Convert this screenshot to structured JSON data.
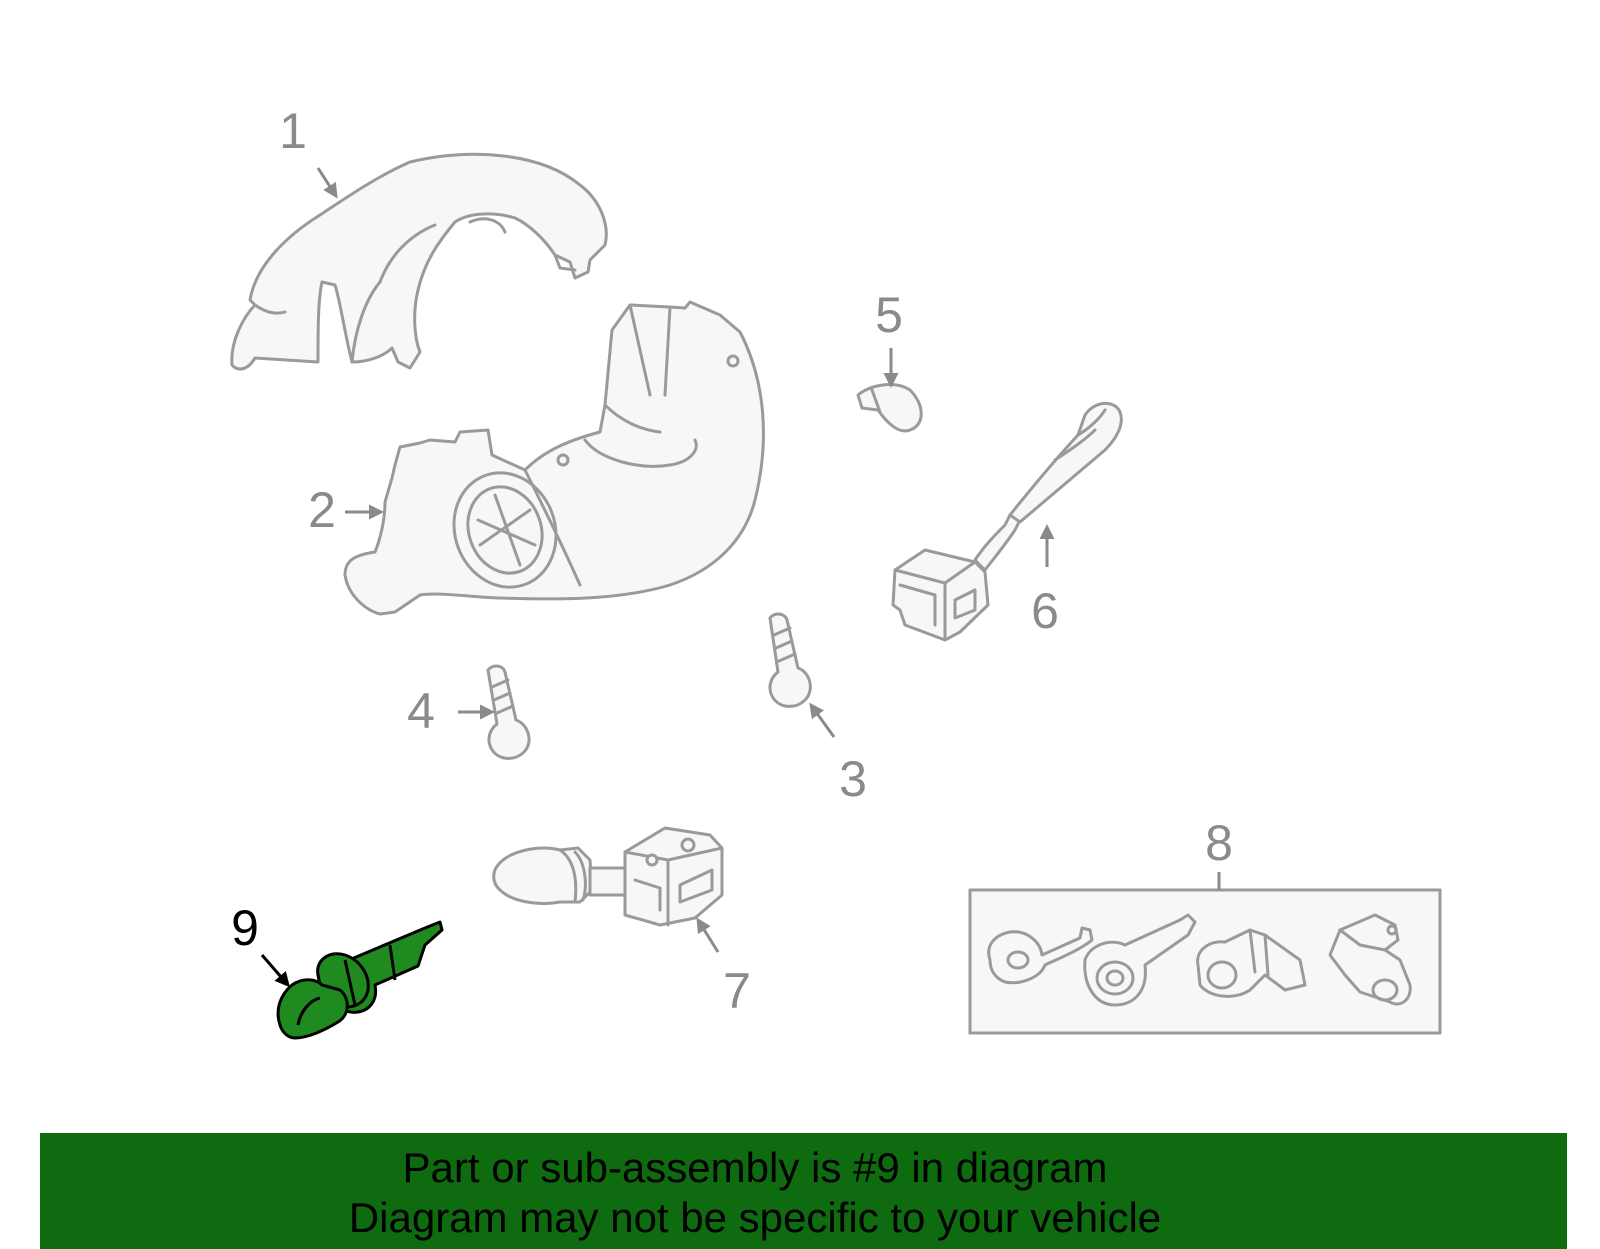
{
  "callouts": [
    "1",
    "2",
    "3",
    "4",
    "5",
    "6",
    "7",
    "8",
    "9"
  ],
  "selected_callout": "9",
  "banner": {
    "line1": "Part or sub-assembly is #9 in diagram",
    "line2": "Diagram may not be specific to your vehicle"
  },
  "colors": {
    "highlight_part": "#1f8a1f",
    "banner_bg": "#0f6b0f",
    "part_outline": "#9a9a9a",
    "callout_text": "#8a8a8a"
  }
}
